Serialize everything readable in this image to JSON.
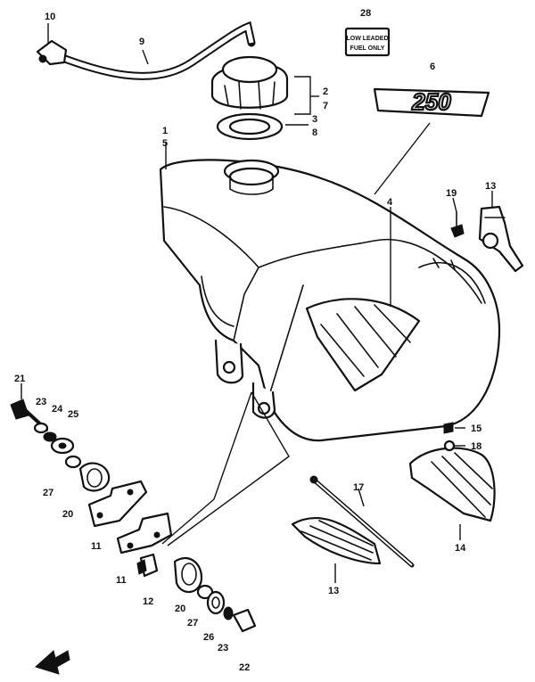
{
  "callouts": {
    "c1": "1",
    "c5": "5",
    "c2": "2",
    "c7": "7",
    "c3": "3",
    "c8": "8",
    "c4": "4",
    "c6": "6",
    "c9": "9",
    "c10": "10",
    "c28": "28",
    "c19": "19",
    "c13": "13",
    "c21": "21",
    "c23a": "23",
    "c24": "24",
    "c25": "25",
    "c27a": "27",
    "c20a": "20",
    "c11a": "11",
    "c11b": "11",
    "c12": "12",
    "c20b": "20",
    "c27b": "27",
    "c26": "26",
    "c23b": "23",
    "c22": "22",
    "c13b": "13",
    "c17": "17",
    "c15": "15",
    "c18": "18",
    "c14": "14"
  },
  "decal_label": {
    "line1": "LOW LEADED",
    "line2": "FUEL ONLY"
  },
  "emblem": {
    "text": "250"
  }
}
